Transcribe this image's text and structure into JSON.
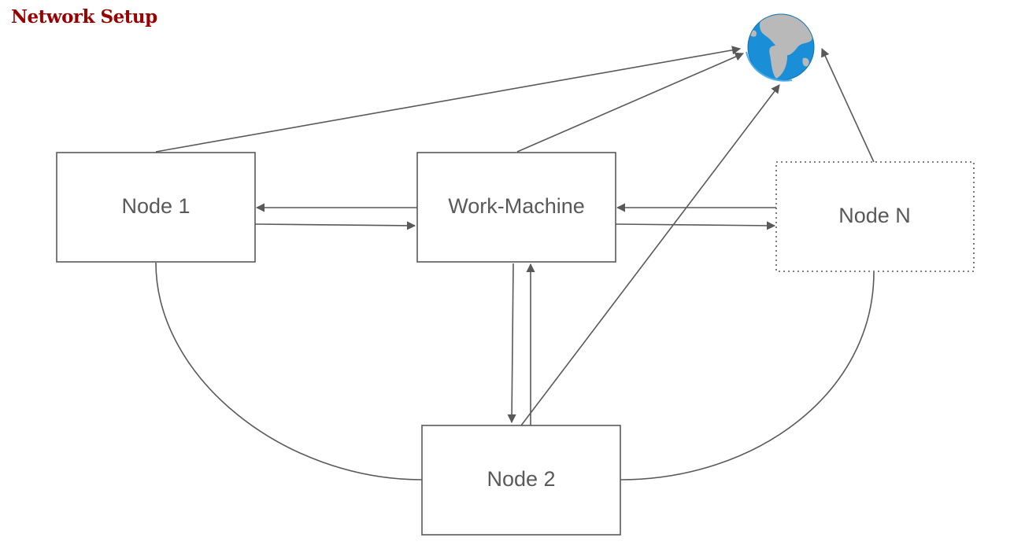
{
  "title": "Network Setup",
  "colors": {
    "title": "#990000",
    "line": "#595959",
    "label": "#595959",
    "globe_ocean": "#1a8fd8",
    "globe_land": "#b9b9b9"
  },
  "internet": {
    "icon": "globe-icon"
  },
  "nodes": [
    {
      "id": "node1",
      "label": "Node 1",
      "border": "solid"
    },
    {
      "id": "work",
      "label": "Work-Machine",
      "border": "solid"
    },
    {
      "id": "nodeN",
      "label": "Node N",
      "border": "dotted"
    },
    {
      "id": "node2",
      "label": "Node 2",
      "border": "solid"
    }
  ],
  "connections": [
    {
      "from": "work",
      "to": "node1",
      "arrow": true
    },
    {
      "from": "node1",
      "to": "work",
      "arrow": true
    },
    {
      "from": "nodeN",
      "to": "work",
      "arrow": true
    },
    {
      "from": "work",
      "to": "nodeN",
      "arrow": true
    },
    {
      "from": "work",
      "to": "node2",
      "arrow": true
    },
    {
      "from": "node2",
      "to": "work",
      "arrow": true
    },
    {
      "from": "node1",
      "to": "internet",
      "arrow": true
    },
    {
      "from": "work",
      "to": "internet",
      "arrow": true
    },
    {
      "from": "node2",
      "to": "internet",
      "arrow": true
    },
    {
      "from": "nodeN",
      "to": "internet",
      "arrow": true
    },
    {
      "from": "node1",
      "to": "node2",
      "arrow": false
    },
    {
      "from": "node2",
      "to": "nodeN",
      "arrow": false
    }
  ]
}
